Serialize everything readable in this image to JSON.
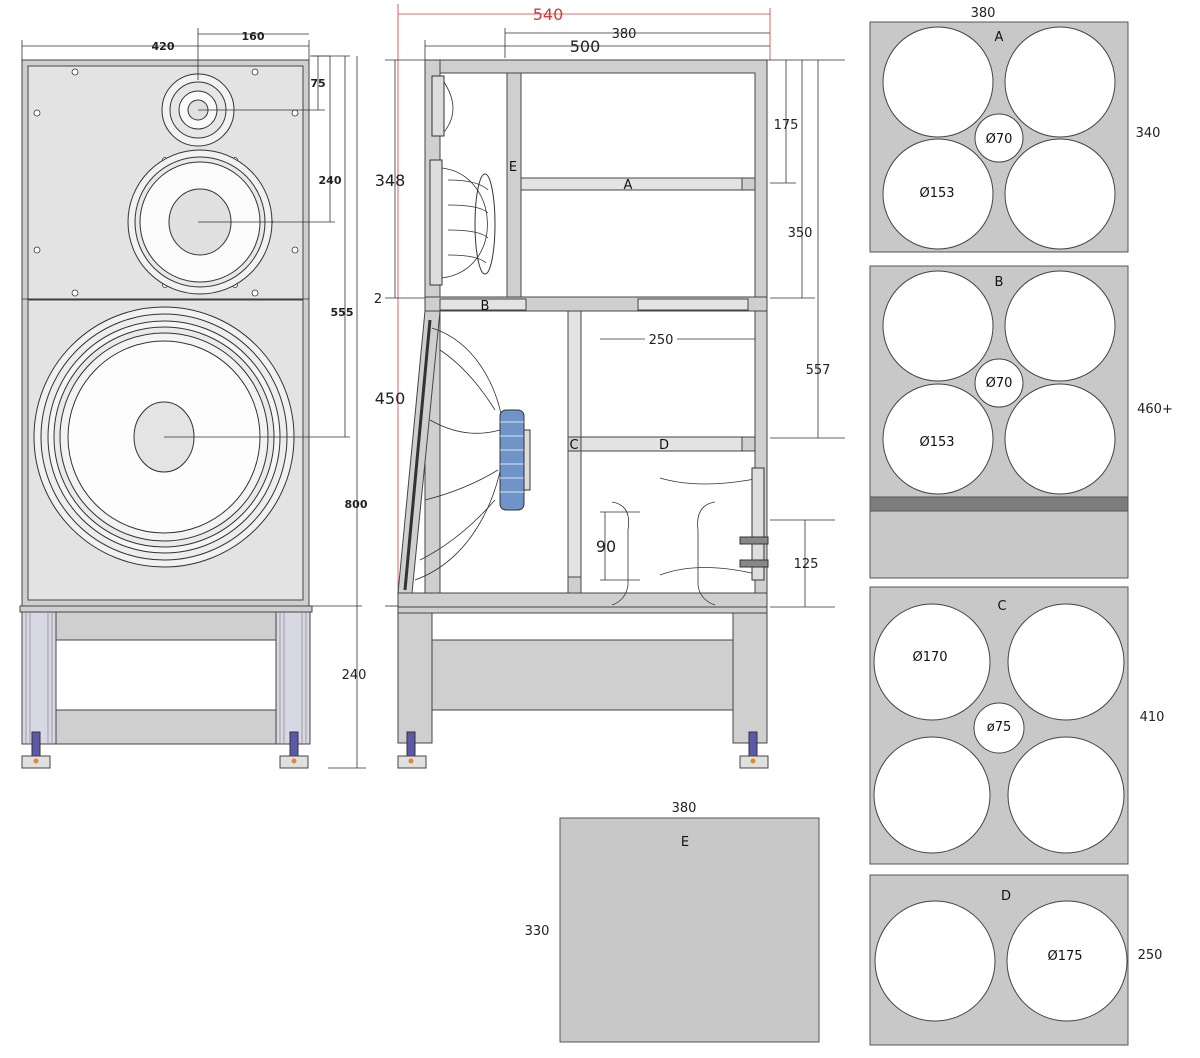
{
  "front_view": {
    "dim_width": "420",
    "dim_tweeter_offset": "160",
    "dim_tweeter_top": "75",
    "dim_mid_center": "240",
    "dim_woofer_center": "555",
    "dim_total_height": "800",
    "dim_stand_height": "240"
  },
  "side_view": {
    "dim_total_depth": "540",
    "dim_inner_380": "380",
    "dim_depth_500": "500",
    "dim_top_348": "348",
    "dim_gap_2": "2",
    "dim_bottom_450": "450",
    "dim_shelf_175": "175",
    "dim_upper_350": "350",
    "dim_lower_557": "557",
    "dim_250": "250",
    "dim_port_90": "90",
    "dim_port_125": "125",
    "label_a": "A",
    "label_b": "B",
    "label_c": "C",
    "label_d": "D",
    "label_e": "E"
  },
  "panels": {
    "a": {
      "letter": "A",
      "width": "380",
      "height": "340",
      "small_hole": "Ø70",
      "big_hole": "Ø153"
    },
    "b": {
      "letter": "B",
      "height": "460+",
      "small_hole": "Ø70",
      "big_hole": "Ø153"
    },
    "c": {
      "letter": "C",
      "height": "410",
      "small_hole": "ø75",
      "big_hole": "Ø170"
    },
    "d": {
      "letter": "D",
      "height": "250",
      "big_hole": "Ø175"
    },
    "e": {
      "letter": "E",
      "width": "380",
      "height": "330"
    }
  },
  "colors": {
    "panel_fill": "#c8c8c8",
    "magnet_blue": "#6f95c8",
    "total_depth_red": "#d43b3b",
    "spike_purple": "#5b5aa8",
    "spike_orange": "#e0892b"
  }
}
